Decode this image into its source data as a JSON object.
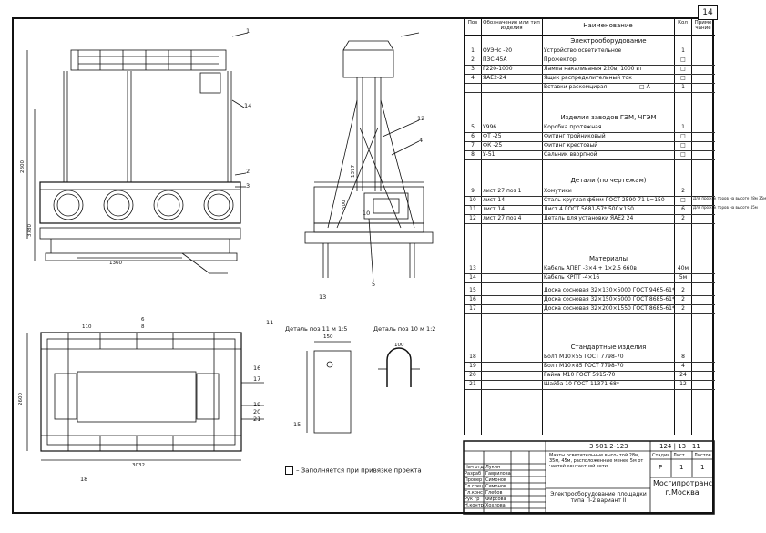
{
  "page_number": "14",
  "spec": {
    "headers": {
      "pos": "Поз",
      "designation": "Обозначение или тип изделия",
      "name": "Наименование",
      "qty": "Кол",
      "note": "Приме чание"
    },
    "sections": {
      "electrical": "Электрооборудование",
      "plants": "Изделия заводов ГЭМ, ЧГЭМ",
      "details": "Детали (по чертежам)",
      "materials": "Материалы",
      "standard": "Стандартные изделия"
    },
    "rows": [
      {
        "pos": "1",
        "des": "ОУЭНс -20",
        "name": "Устройство осветительное",
        "qty": "1",
        "note": ""
      },
      {
        "pos": "2",
        "des": "ПЗС-45А",
        "name": "Прожектор",
        "qty": "□",
        "note": ""
      },
      {
        "pos": "3",
        "des": "Г220-1000",
        "name": "Лампа накаливания 220в, 1000 вт",
        "qty": "□",
        "note": ""
      },
      {
        "pos": "4",
        "des": "ЯАЕ2-24",
        "name": "Ящик распределительный ток",
        "qty": "□",
        "note": ""
      },
      {
        "pos": "",
        "des": "",
        "name": "Вставки раскемцирая",
        "qty": "1",
        "note": "",
        "extra": "□ Ā"
      },
      {
        "pos": "5",
        "des": "У996",
        "name": "Коробка протяжная",
        "qty": "1",
        "note": ""
      },
      {
        "pos": "6",
        "des": "ФТ -25",
        "name": "Фитинг тройниковый",
        "qty": "□",
        "note": ""
      },
      {
        "pos": "7",
        "des": "ФК -25",
        "name": "Фитинг крестовый",
        "qty": "□",
        "note": ""
      },
      {
        "pos": "8",
        "des": "У-51",
        "name": "Сальник вворпной",
        "qty": "□",
        "note": ""
      },
      {
        "pos": "9",
        "des": "лист 27 поз 1",
        "name": "Хомутики",
        "qty": "2",
        "note": ""
      },
      {
        "pos": "10",
        "des": "лист 14",
        "name": "Сталь круглая ф6мм ГОСТ 2590-71 L=150",
        "qty": "□",
        "note": "Для прожек торов на высоте 28м 35м"
      },
      {
        "pos": "11",
        "des": "лист 14",
        "name": "Лист 4 ГОСТ 5681-57* 500×150",
        "qty": "6",
        "note": "Для прожек торов на высоте 45м"
      },
      {
        "pos": "12",
        "des": "лист 27 поз 4",
        "name": "Деталь для установки ЯАЕ2 24",
        "qty": "2",
        "note": ""
      },
      {
        "pos": "13",
        "des": "",
        "name": "Кабель АПВГ -3×4 + 1×2.5 660в",
        "qty": "40м",
        "note": ""
      },
      {
        "pos": "14",
        "des": "",
        "name": "Кабель КРПТ -4×16",
        "qty": "5м",
        "note": ""
      },
      {
        "pos": "15",
        "des": "",
        "name": "Доска сосновая 32×130×5000 ГОСТ 9465-61*",
        "qty": "2",
        "note": ""
      },
      {
        "pos": "16",
        "des": "",
        "name": "Доска сосновая 32×150×5000 ГОСТ 8685-61*",
        "qty": "2",
        "note": ""
      },
      {
        "pos": "17",
        "des": "",
        "name": "Доска сосновая 32×200×1550 ГОСТ 8685-61*",
        "qty": "2",
        "note": ""
      },
      {
        "pos": "18",
        "des": "",
        "name": "Болт М10×55 ГОСТ 7798-70",
        "qty": "8",
        "note": ""
      },
      {
        "pos": "19",
        "des": "",
        "name": "Болт М10×85 ГОСТ 7798-70",
        "qty": "4",
        "note": ""
      },
      {
        "pos": "20",
        "des": "",
        "name": "Гайка М10 ГОСТ 5915-70",
        "qty": "24",
        "note": ""
      },
      {
        "pos": "21",
        "des": "",
        "name": "Шайба 10 ГОСТ 11371-68*",
        "qty": "12",
        "note": ""
      }
    ]
  },
  "drawing_labels": {
    "detail_11": "Деталь поз 11 м 1:5",
    "detail_10": "Деталь поз 10 м 1:2",
    "legend": "– Заполняется при привязке проекта",
    "dims": {
      "d2800": "2800",
      "d3780": "3780",
      "d1360": "1360",
      "d3032": "3032",
      "d2600": "2600",
      "d500": "500",
      "d1377": "1377",
      "d150": "150",
      "d100": "100",
      "d110": "110",
      "d6": "6",
      "d8": "8"
    },
    "callouts": [
      "1",
      "14",
      "2",
      "3",
      "4",
      "5",
      "12",
      "13",
      "16",
      "17",
      "18",
      "19",
      "20",
      "21",
      "10",
      "11",
      "15"
    ]
  },
  "title_block": {
    "doc_code": "3 501 2-123",
    "sheet_ref": "124 | 13 | 11",
    "description": "Мачты осветительные высо- той 28м, 35м, 45м, расположенные менее 5м от частей контактной сети",
    "title": "Электрооборудование площадки типа П-2 вариант II",
    "org": "Мосгипротранс г.Москва",
    "stage_label": "Стадия",
    "sheet_label": "Лист",
    "sheets_label": "Листов",
    "stage": "Р",
    "sheet": "1",
    "sheets": "1",
    "staff": [
      {
        "role": "Нач отд",
        "name": "Лукин"
      },
      {
        "role": "Разраб",
        "name": "Гаврилова"
      },
      {
        "role": "Провер",
        "name": "Симонов"
      },
      {
        "role": "Гл.спец",
        "name": "Симонов"
      },
      {
        "role": "Гл.конс",
        "name": "Глебов"
      },
      {
        "role": "Рук гр",
        "name": "Фирсова"
      },
      {
        "role": "Н.контр",
        "name": "Хохлова"
      }
    ]
  }
}
